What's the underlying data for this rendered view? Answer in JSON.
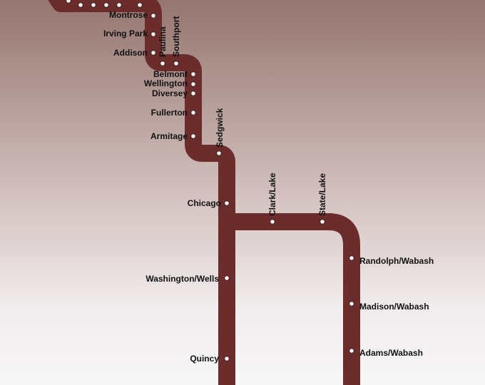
{
  "map": {
    "line_color": "#6b2c2c",
    "background_top": "#957570",
    "background_bottom": "#f8f7f8"
  },
  "stations": {
    "montrose": "Montrose",
    "irving_park": "Irving Park",
    "addison": "Addison",
    "paulina": "Paulina",
    "southport": "Southport",
    "belmont": "Belmont",
    "wellington": "Wellington",
    "diversey": "Diversey",
    "fullerton": "Fullerton",
    "armitage": "Armitage",
    "sedgwick": "Sedgwick",
    "chicago": "Chicago",
    "clark_lake": "Clark/Lake",
    "state_lake": "State/Lake",
    "washington_wells": "Washington/Wells",
    "quincy": "Quincy",
    "randolph_wabash": "Randolph/Wabash",
    "madison_wabash": "Madison/Wabash",
    "adams_wabash": "Adams/Wabash"
  }
}
